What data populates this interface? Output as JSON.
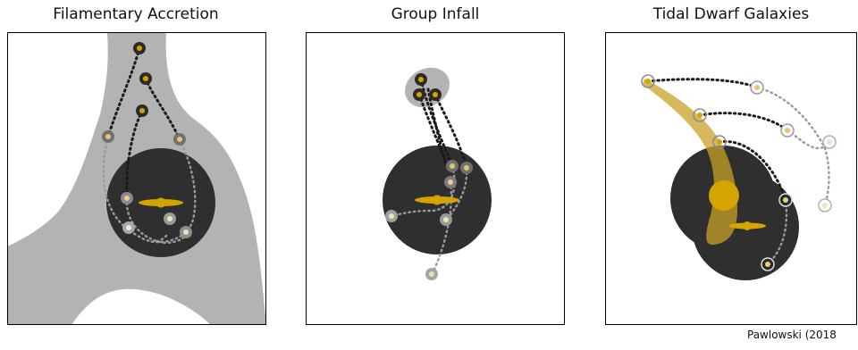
{
  "panels": [
    {
      "title": "Filamentary Accretion"
    },
    {
      "title": "Group Infall"
    },
    {
      "title": "Tidal Dwarf Galaxies"
    }
  ],
  "credit": "Pawlowski (2018",
  "colors": {
    "host_halo": "#2f2f2f",
    "filament": "#b3b3b3",
    "galaxy_gold": "#d4a400",
    "tidal_arm": "#c9a227",
    "satellite_ring": "#6e6e6e",
    "frame": "#000000"
  }
}
